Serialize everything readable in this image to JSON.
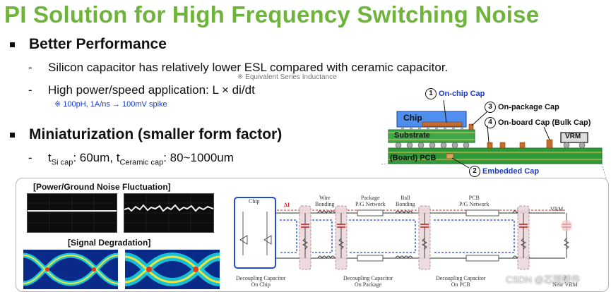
{
  "slide": {
    "title": "PI Solution for High Frequency Switching Noise",
    "section1": {
      "heading": "Better Performance",
      "item1": "Silicon capacitor has relatively lower ESL compared with ceramic capacitor.",
      "item1_note": "※ Equivalent Series Inductance",
      "item2": "High power/speed application: L × di/dt",
      "item2_note": "※ 100pH, 1A/ns → 100mV spike"
    },
    "section2": {
      "heading": "Miniaturization (smaller form factor)",
      "item1_t1": "t",
      "item1_sub1": "Si cap",
      "item1_mid": ": 60um, t",
      "item1_sub2": "Ceramic cap",
      "item1_end": ": 80~1000um"
    },
    "dash": "-"
  },
  "package_diagram": {
    "chip": "Chip",
    "substrate": "Substrate",
    "pcb": "(Board) PCB",
    "vrm": "VRM",
    "cap1_num": "1",
    "cap1": "On-chip Cap",
    "cap2_num": "2",
    "cap2": "Embedded Cap",
    "cap3_num": "3",
    "cap3": "On-package Cap",
    "cap4_num": "4",
    "cap4": "On-board Cap (Bulk Cap)"
  },
  "panel": {
    "noise_title": "[Power/Ground Noise Fluctuation]",
    "signal_title": "[Signal Degradation]"
  },
  "circuit": {
    "chip": "Chip",
    "delta_i": "ΔI",
    "wire_bonding": [
      "Wire",
      "Bonding"
    ],
    "package_net": [
      "Package",
      "P/G Network"
    ],
    "ball_bonding": [
      "Ball",
      "Bonding"
    ],
    "pcb_net": [
      "PCB",
      "P/G Network"
    ],
    "vrm": "VRM",
    "decap_chip": [
      "Decoupling Capacitor",
      "On Chip"
    ],
    "decap_package": [
      "Decoupling Capacitor",
      "On Package"
    ],
    "decap_pcb": [
      "Decoupling Capacitor",
      "On PCB"
    ],
    "bulk_partial": [
      "B",
      "Near VRM"
    ]
  },
  "watermark": "CSDN @芯理硬件",
  "colors": {
    "title_green": "#6fb43a",
    "label_blue": "#1a3cc8",
    "pcb_green": "#2f9a3a",
    "chip_blue": "#4f8ff0",
    "noise_red": "#d42020",
    "path_blue": "#1f4fd6"
  }
}
